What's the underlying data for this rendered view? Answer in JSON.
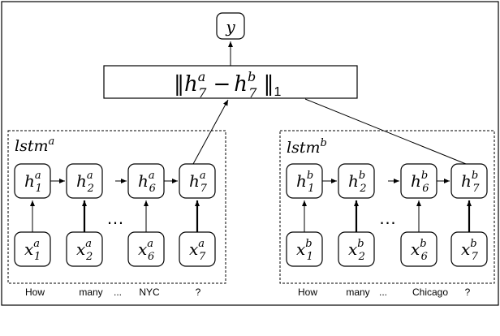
{
  "output": {
    "main": "y"
  },
  "distance": {
    "open": "‖",
    "h_a": "h",
    "h_a_sup": "a",
    "h_a_sub": "7",
    "minus": "−",
    "h_b": "h",
    "h_b_sup": "b",
    "h_b_sub": "7",
    "close": "‖",
    "norm": "1"
  },
  "lstm_a": {
    "label_main": "lstm",
    "label_sup": "a",
    "hidden": [
      {
        "main": "h",
        "sub": "1",
        "sup": "a"
      },
      {
        "main": "h",
        "sub": "2",
        "sup": "a"
      },
      {
        "main": "h",
        "sub": "6",
        "sup": "a"
      },
      {
        "main": "h",
        "sub": "7",
        "sup": "a"
      }
    ],
    "inputs": [
      {
        "main": "x",
        "sub": "1",
        "sup": "a"
      },
      {
        "main": "x",
        "sub": "2",
        "sup": "a"
      },
      {
        "main": "x",
        "sub": "6",
        "sup": "a"
      },
      {
        "main": "x",
        "sub": "7",
        "sup": "a"
      }
    ],
    "words": [
      "How",
      "many",
      "...",
      "NYC",
      "?"
    ],
    "ellipsis": "…"
  },
  "lstm_b": {
    "label_main": "lstm",
    "label_sup": "b",
    "hidden": [
      {
        "main": "h",
        "sub": "1",
        "sup": "b"
      },
      {
        "main": "h",
        "sub": "2",
        "sup": "b"
      },
      {
        "main": "h",
        "sub": "6",
        "sup": "b"
      },
      {
        "main": "h",
        "sub": "7",
        "sup": "b"
      }
    ],
    "inputs": [
      {
        "main": "x",
        "sub": "1",
        "sup": "b"
      },
      {
        "main": "x",
        "sub": "2",
        "sup": "b"
      },
      {
        "main": "x",
        "sub": "6",
        "sup": "b"
      },
      {
        "main": "x",
        "sub": "7",
        "sup": "b"
      }
    ],
    "words": [
      "How",
      "many",
      "...",
      "Chicago",
      "?"
    ],
    "ellipsis": "…"
  },
  "colors": {
    "stroke": "#000000",
    "background": "#ffffff",
    "caption": "#bbbbbb"
  }
}
